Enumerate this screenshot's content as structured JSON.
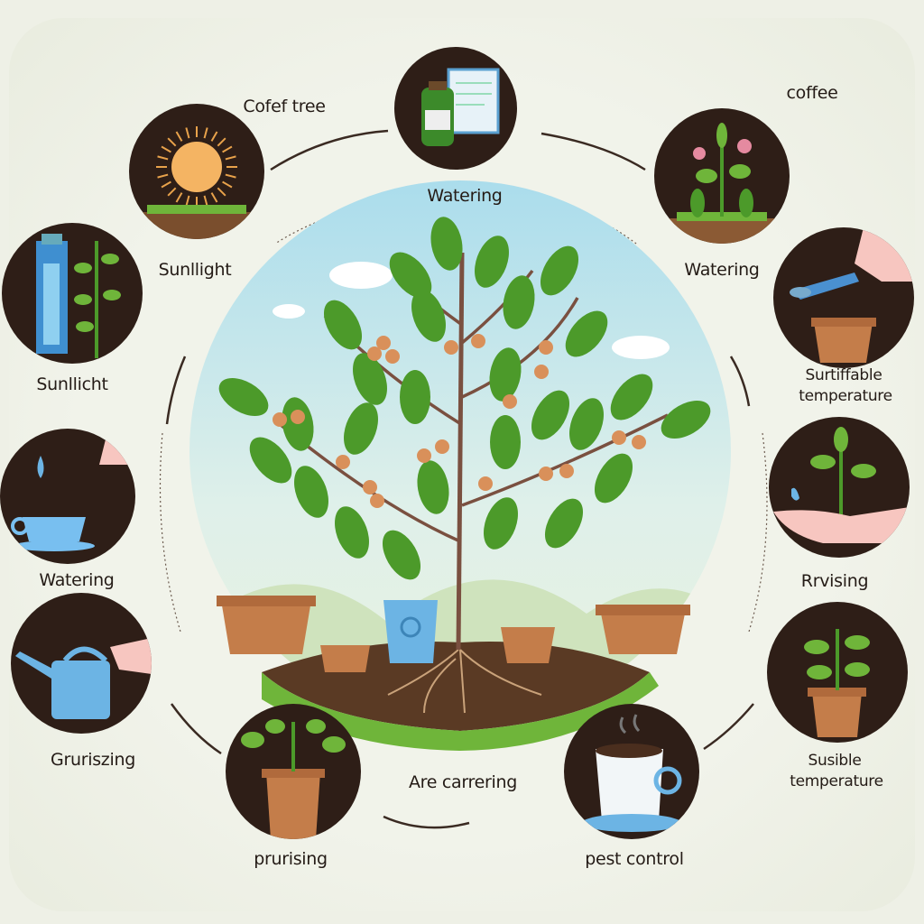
{
  "title_annotations": {
    "coffee_tree": "Cofef tree",
    "coffee": "coffee"
  },
  "labels": {
    "top_center": "Watering",
    "top_left": "Sunllight",
    "top_right": "Watering",
    "left_upper": "Sunllicht",
    "right_upper_line1": "Surtiffable",
    "right_upper_line2": "temperature",
    "left_middle": "Watering",
    "right_middle": "Rrvising",
    "left_lower": "Gruriszing",
    "right_lower_line1": "Susible",
    "right_lower_line2": "temperature",
    "bottom_center": "Are carrering",
    "bottom_left": "prurising",
    "bottom_right": "pest control"
  },
  "colors": {
    "circle": "#2e1e17",
    "leaf": "#4c9a2a",
    "berry": "#d9905a",
    "sky": "#bfe3ee",
    "soil": "#5a3a24",
    "grass": "#6fb53a"
  }
}
